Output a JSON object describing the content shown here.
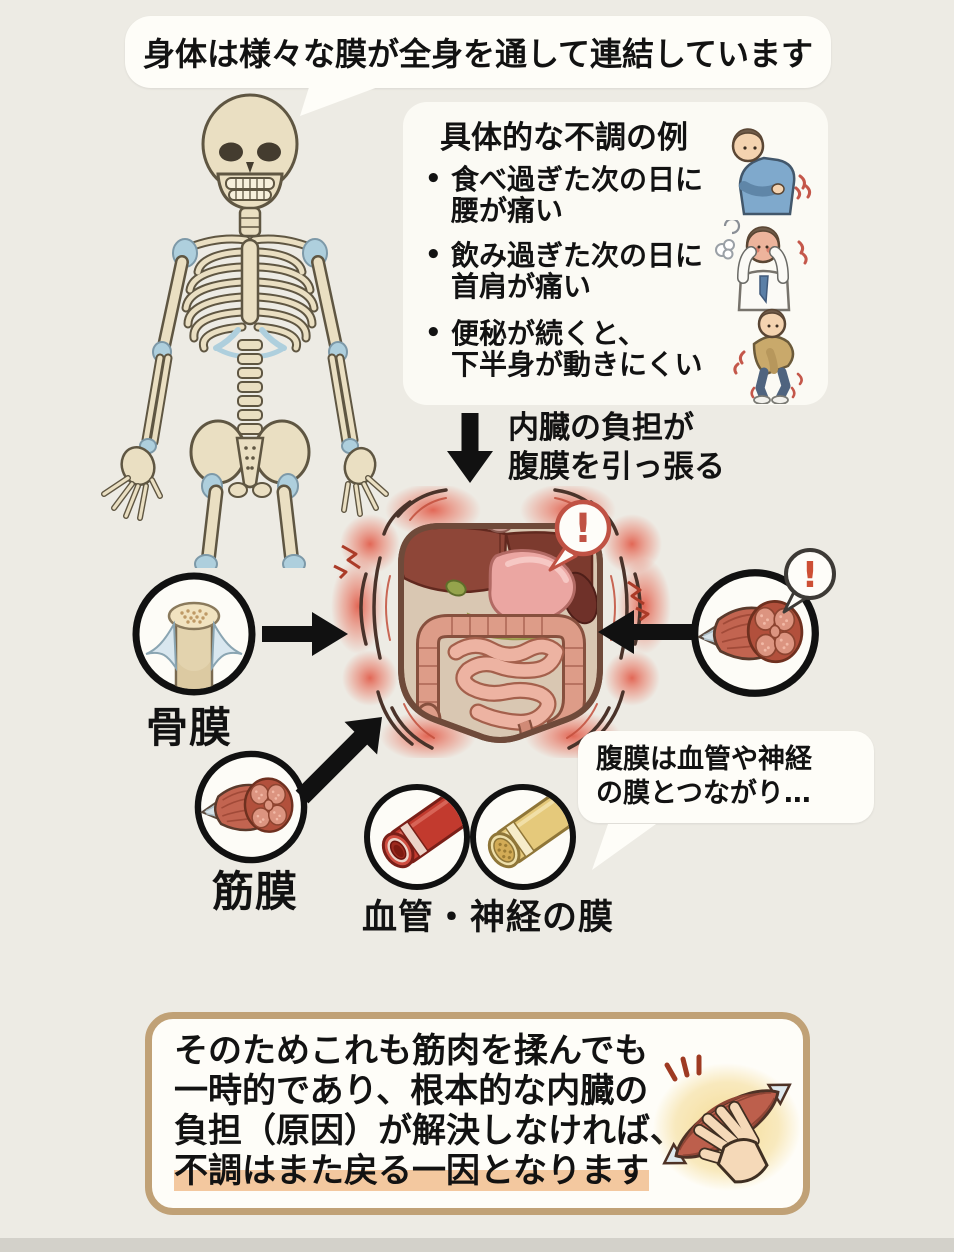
{
  "colors": {
    "background": "#edebe4",
    "bubble_white": "#fefdf8",
    "text_black": "#121212",
    "alert_red": "#c05244",
    "glow_red": "#e0503d",
    "conclusion_border": "#c0a176",
    "highlight_peach": "#f3c89f",
    "bone": "#eadfc2",
    "cartilage_blue": "#aecfdd",
    "muscle_red": "#c26450",
    "vessel_red": "#c23a2e",
    "nerve_yellow": "#e5c97b",
    "bottom_bar": "#d3d1ca"
  },
  "top_bubble": {
    "text": "身体は様々な膜が全身を通して連結しています"
  },
  "symptoms_card": {
    "title": "具体的な不調の例",
    "bullet_char": "•",
    "items": [
      {
        "line1": "食べ過ぎた次の日に",
        "line2": "腰が痛い"
      },
      {
        "line1": "飲み過ぎた次の日に",
        "line2": "首肩が痛い"
      },
      {
        "line1": "便秘が続くと、",
        "line2": "下半身が動きにくい"
      }
    ]
  },
  "cause_label": {
    "line1": "内臓の負担が",
    "line2": "腹膜を引っ張る"
  },
  "membrane_labels": {
    "bone": "骨膜",
    "fascia": "筋膜",
    "vessel_nerve": "血管・神経の膜"
  },
  "peritoneum_bubble": {
    "line1": "腹膜は血管や神経",
    "line2": "の膜とつながり…"
  },
  "exclamation": "!",
  "conclusion_card": {
    "line1": "そのためこれも筋肉を揉んでも",
    "line2": "一時的であり、根本的な内臓の",
    "line3": "負担（原因）が解決しなければ、",
    "line4": "不調はまた戻る一因となります"
  }
}
